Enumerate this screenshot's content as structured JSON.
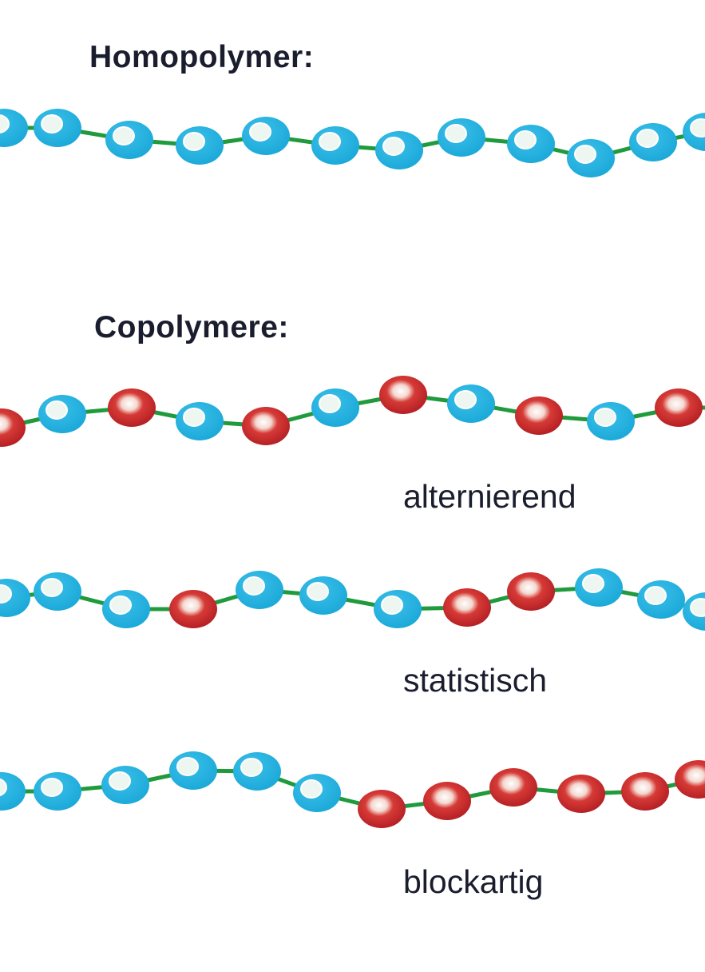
{
  "headings": {
    "homopolymer": "Homopolymer:",
    "copolymer": "Copolymere:"
  },
  "chains": [
    {
      "name": "homopolymer",
      "label": null,
      "sequence": [
        "B",
        "B",
        "B",
        "B",
        "B",
        "B",
        "B",
        "B",
        "B",
        "B",
        "B",
        "B"
      ]
    },
    {
      "name": "alternating",
      "label": "alternierend",
      "sequence": [
        "R",
        "B",
        "R",
        "B",
        "R",
        "B",
        "R",
        "B",
        "R",
        "B",
        "R"
      ]
    },
    {
      "name": "statistical",
      "label": "statistisch",
      "sequence": [
        "B",
        "B",
        "B",
        "R",
        "B",
        "B",
        "B",
        "R",
        "R",
        "B",
        "B",
        "B"
      ]
    },
    {
      "name": "block",
      "label": "blockartig",
      "sequence": [
        "B",
        "B",
        "B",
        "B",
        "B",
        "B",
        "R",
        "R",
        "R",
        "R",
        "R",
        "R"
      ]
    }
  ],
  "colors": {
    "monomer_a": "#1aa8d8",
    "monomer_b": "#c8262a",
    "bond": "#1f9a3c",
    "highlight": "#eef6f2",
    "text": "#1a1d2e"
  }
}
